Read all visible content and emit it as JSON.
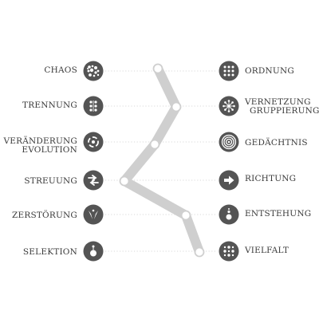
{
  "colors": {
    "icon_bg": "#545454",
    "icon_fg": "#ffffff",
    "path": "#cfcfcf",
    "node_fill": "#ffffff",
    "dots": "#cccccc",
    "text": "#3a3a3a"
  },
  "left": [
    {
      "lines": [
        "CHAOS"
      ],
      "icon": "chaos-dots-icon"
    },
    {
      "lines": [
        "TRENNUNG"
      ],
      "icon": "separation-dots-icon"
    },
    {
      "lines": [
        "VERÄNDERUNG",
        "EVOLUTION"
      ],
      "icon": "change-cycle-icon"
    },
    {
      "lines": [
        "STREUUNG"
      ],
      "icon": "scatter-arrows-icon"
    },
    {
      "lines": [
        "ZERSTÖRUNG"
      ],
      "icon": "destruction-icon"
    },
    {
      "lines": [
        "SELEKTION"
      ],
      "icon": "selection-icon"
    }
  ],
  "right": [
    {
      "lines": [
        "ORDNUNG"
      ],
      "icon": "order-grid-icon"
    },
    {
      "lines": [
        "VERNETZUNG",
        "GRUPPIERUNG"
      ],
      "icon": "network-icon"
    },
    {
      "lines": [
        "GEDÄCHTNIS"
      ],
      "icon": "memory-rings-icon"
    },
    {
      "lines": [
        "RICHTUNG"
      ],
      "icon": "arrow-right-icon"
    },
    {
      "lines": [
        "ENTSTEHUNG"
      ],
      "icon": "emergence-icon"
    },
    {
      "lines": [
        "VIELFALT"
      ],
      "icon": "variety-dots-icon"
    }
  ]
}
